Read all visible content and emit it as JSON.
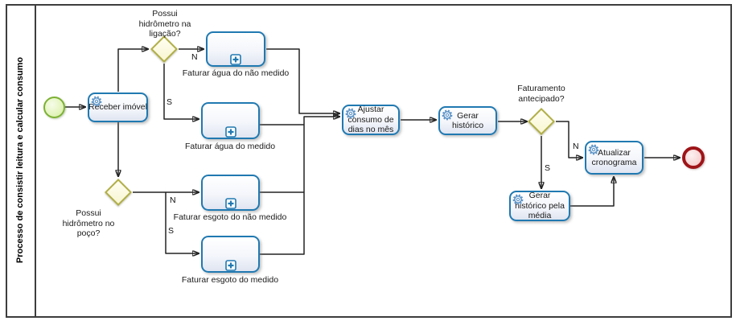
{
  "pool": {
    "title": "Processo de consistir leitura e calcular consumo"
  },
  "diagram": {
    "tasks": {
      "receber": "Receber imóvel",
      "agua_nao_medido": "Faturar água do não medido",
      "agua_medido": "Faturar água do medido",
      "esgoto_nao_medido": "Faturar esgoto do não medido",
      "esgoto_medido": "Faturar esgoto do medido",
      "ajustar": "Ajustar consumo de dias no mês",
      "gerar_historico": "Gerar histórico",
      "gerar_historico_media": "Gerar histórico pela média",
      "atualizar_cronograma": "Atualizar cronograma"
    },
    "gateways": {
      "hidrometro_ligacao": "Possui hidrômetro na ligação?",
      "hidrometro_poco": "Possui hidrômetro no poço?",
      "faturamento_antecipado": "Faturamento antecipado?"
    },
    "branches": {
      "yes": "S",
      "no": "N"
    }
  },
  "colors": {
    "task_border": "#2079b1",
    "gear_icon": "#5d94c6",
    "gateway_border": "#b1af46",
    "gateway_fill": "#f9f7d8",
    "start_event_border": "#7cb133",
    "end_event_border": "#9e1418",
    "flow_line": "#232323",
    "pool_border": "#3d3d3d"
  }
}
